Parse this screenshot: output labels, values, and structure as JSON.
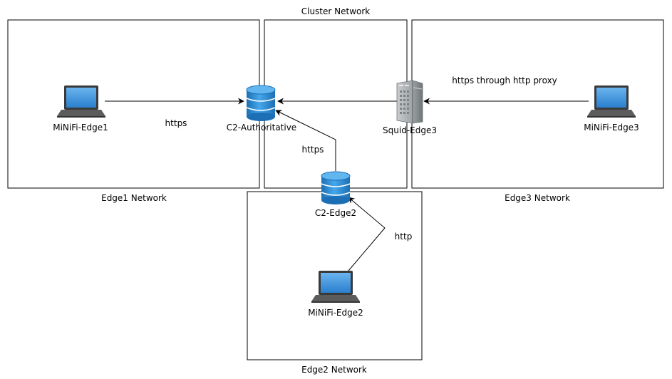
{
  "networks": {
    "cluster": "Cluster Network",
    "edge1": "Edge1 Network",
    "edge2": "Edge2 Network",
    "edge3": "Edge3 Network"
  },
  "nodes": {
    "minifi_edge1": "MiNiFi-Edge1",
    "minifi_edge2": "MiNiFi-Edge2",
    "minifi_edge3": "MiNiFi-Edge3",
    "c2_authoritative": "C2-Authoritative",
    "c2_edge2": "C2-Edge2",
    "squid_edge3": "Squid-Edge3"
  },
  "edges": {
    "edge1_to_c2": "https",
    "c2edge2_to_c2": "https",
    "edge3_via_proxy": "https through http proxy",
    "edge2_to_c2edge2": "http"
  },
  "colors": {
    "db_blue": "#2a8fd6",
    "screen_blue": "#3b8fd8",
    "server_gray": "#9ea3a6"
  }
}
